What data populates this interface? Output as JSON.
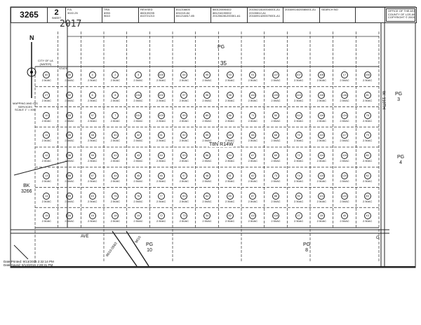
{
  "header": {
    "map_book": "3265",
    "sheet_no": "2",
    "sheet_label": "SHEET",
    "pa_label": "P.A.",
    "pa_value": "3022-25",
    "tra_label": "TRA",
    "tra_values": [
      "6953",
      "9610"
    ],
    "revised_label": "REVISED",
    "revised_values": [
      "860109205",
      "810721213"
    ],
    "rev_col2": [
      "811216605",
      "831019-84",
      "841214817-85"
    ],
    "rev_col3": [
      "860120690402",
      "881216190002",
      "201206281200301-A1"
    ],
    "rev_col4": [
      "20150218100040001-A1",
      "22100812-A1",
      "20160914200070001-A1"
    ],
    "rev_col5": "20160914020080001-A1",
    "search_label": "SEARCH NO",
    "office": [
      "OFFICE OF THE ASSESSOR",
      "COUNTY OF LOS ANGELES",
      "COPYRIGHT © 2003"
    ]
  },
  "year_note": "2017",
  "labels": {
    "pg_top": "PG",
    "section": "35",
    "township": "T8N R14W",
    "pg3": [
      "PG",
      "3"
    ],
    "pg4": [
      "PG",
      "4"
    ],
    "pg10": [
      "PG",
      "10"
    ],
    "pg8": [
      "PG",
      "8"
    ],
    "bk": [
      "BK",
      "3266"
    ],
    "ave": "AVE",
    "street_e": "W. 110TH",
    "g": "G",
    "tra_line": "9610-0563",
    "tra_line2": "9610",
    "city_la": [
      "CITY OF LA",
      "(WATER)"
    ],
    "state": "STATE",
    "mapping": [
      "MAPPING AND GIS",
      "SERVICES",
      "SCALE 1\" = 400'"
    ],
    "north": "N"
  },
  "parcels": {
    "acreage": "2.50AC",
    "rows": [
      [
        "60",
        "30",
        "4",
        "2",
        "3",
        "100",
        "64",
        "95",
        "93",
        "91",
        "147",
        "107",
        "106",
        "17",
        "155"
      ],
      [
        "27",
        "32",
        "6",
        "8",
        "104",
        "102",
        "97",
        "96",
        "98",
        "142",
        "109",
        "110",
        "118",
        "146",
        "81"
      ],
      [
        "10",
        "33",
        "37",
        "7",
        "101",
        "103",
        "99",
        "89",
        "86",
        "71",
        "50",
        "111",
        "116",
        "124",
        "78"
      ],
      [
        "11",
        "35",
        "38",
        "40",
        "42",
        "51",
        "52",
        "55",
        "65",
        "66",
        "68",
        "70",
        "113",
        "117",
        "79"
      ],
      [
        "12",
        "36",
        "39",
        "41",
        "43",
        "54",
        "53",
        "56",
        "64",
        "67",
        "69",
        "72",
        "114",
        "119",
        "80"
      ],
      [
        "13",
        "58",
        "57",
        "44",
        "45",
        "46",
        "47",
        "48",
        "61",
        "62",
        "73",
        "74",
        "115",
        "120",
        "82"
      ],
      [
        "14",
        "59",
        "63",
        "75",
        "76",
        "77",
        "83",
        "84",
        "85",
        "87",
        "88",
        "90",
        "121",
        "122",
        "83"
      ],
      [
        "15",
        "34",
        "16",
        "18",
        "19",
        "72",
        "73",
        "34",
        "82",
        "112",
        "116",
        "27",
        "28",
        "40",
        "43"
      ]
    ]
  },
  "footer": {
    "printed": "Date Printed: 9/13/2016 2:32:14 PM",
    "saved": "Date Saved: 9/13/2016 2:28:31 PM"
  }
}
